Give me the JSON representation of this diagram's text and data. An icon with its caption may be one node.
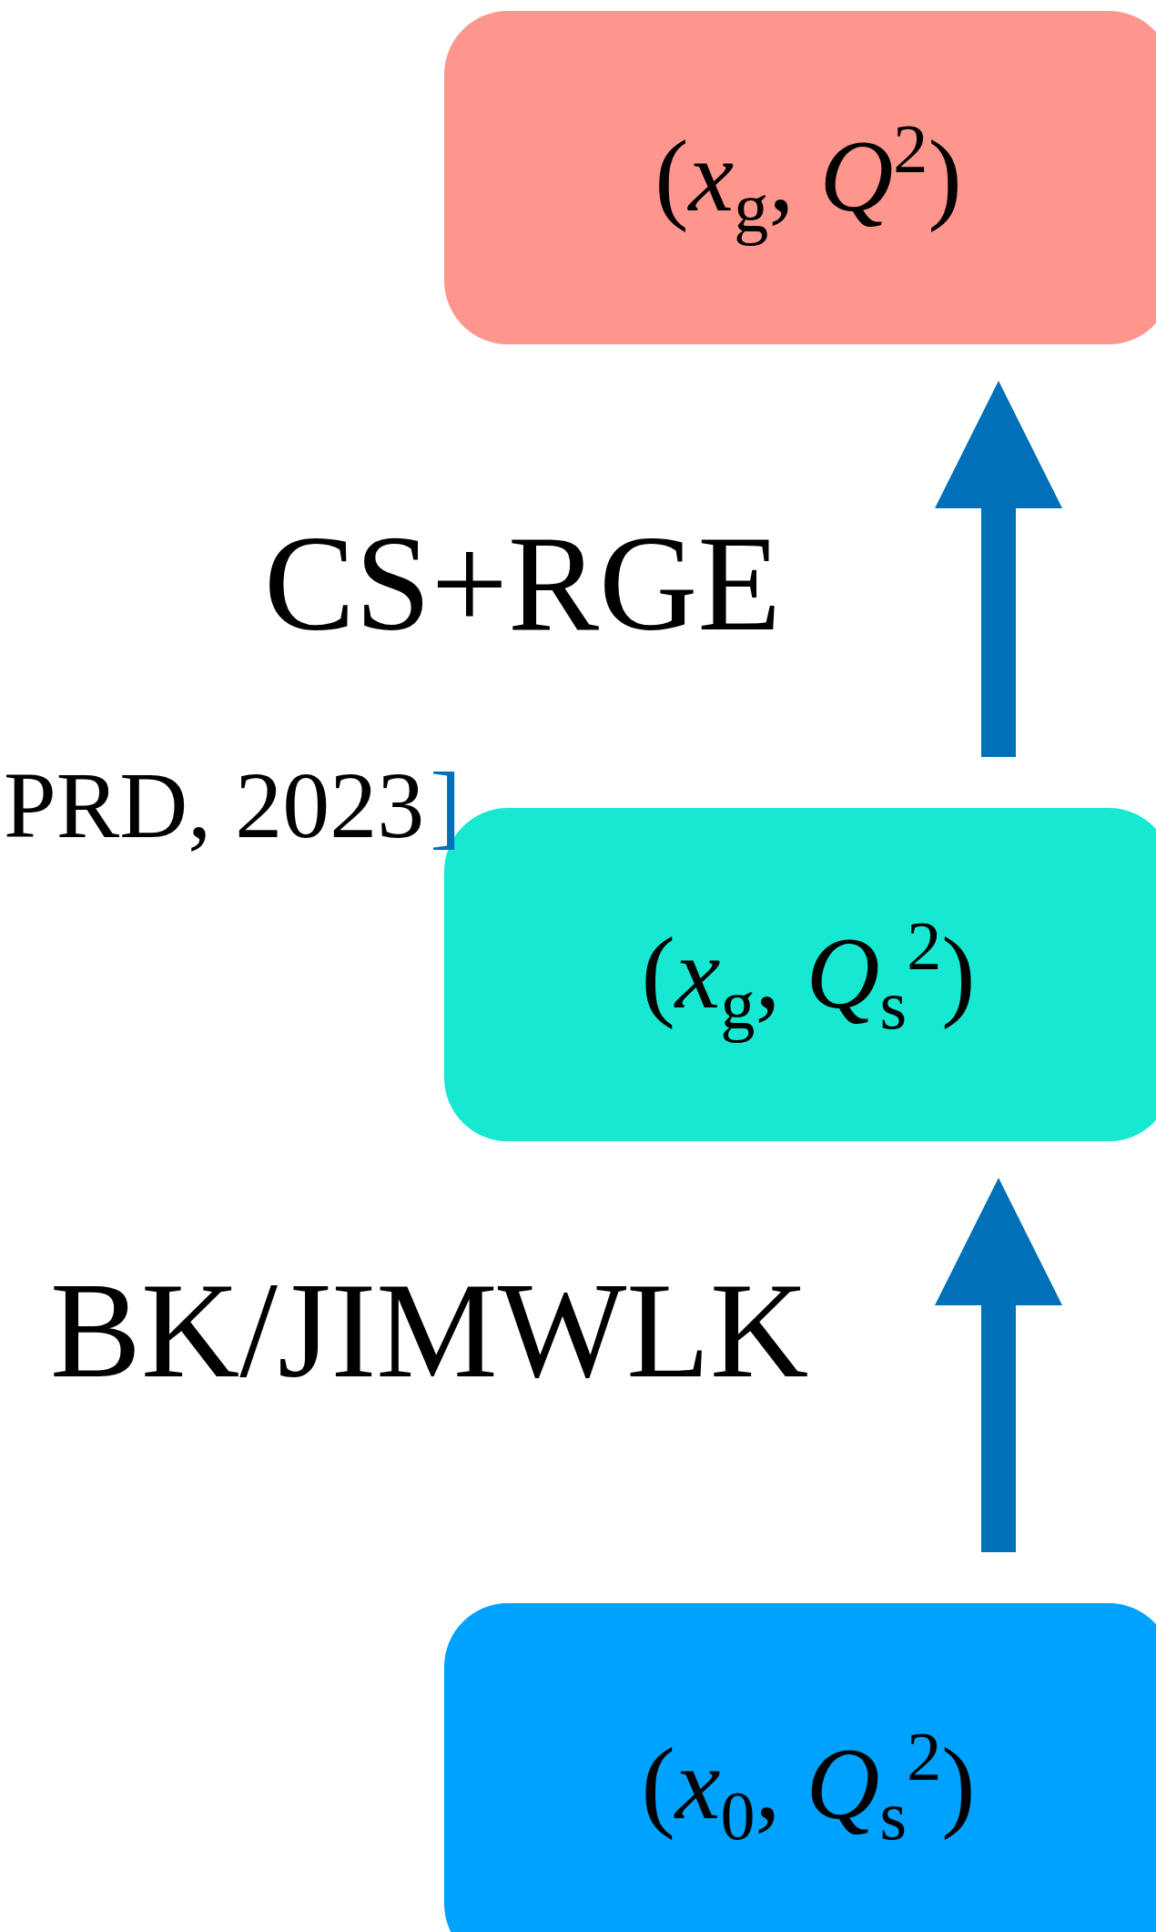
{
  "diagram": {
    "nodes": [
      {
        "text": [
          "(*x*$_{g}$, *Q*$^{2}$)"
        ]
      },
      {
        "text": [
          "(*x*$_{g}$, *Q*$_{s}$$^{2}$)"
        ]
      },
      {
        "text": [
          "(*x*$_{0}$, *Q*$_{s}$$^{2}$)"
        ]
      }
    ],
    "edges": [
      {
        "from": 1,
        "to": 0,
        "arrow": "to",
        "label": "CS+RGE"
      },
      {
        "from": 2,
        "to": 1,
        "arrow": "to",
        "label": "BK/JIMWLK"
      }
    ],
    "labels": [
      "PRD, 2023",
      "]"
    ]
  }
}
